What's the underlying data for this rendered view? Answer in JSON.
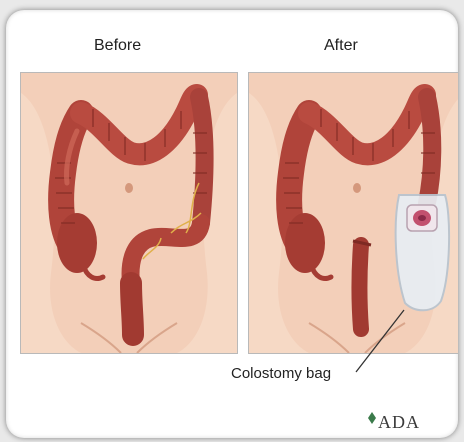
{
  "labels": {
    "before": "Before",
    "after": "After",
    "callout": "Colostomy bag",
    "watermark": "ADA"
  },
  "colors": {
    "skin": "#f6d9c5",
    "skin_shadow": "#e9bda4",
    "colon": "#b0443a",
    "colon_dark": "#7e2a23",
    "colon_light": "#d06a5a",
    "vessel": "#e0b04a",
    "bag": "#e8eef4",
    "stoma": "#c2506e",
    "watermark_mark": "#3a7a4a"
  }
}
